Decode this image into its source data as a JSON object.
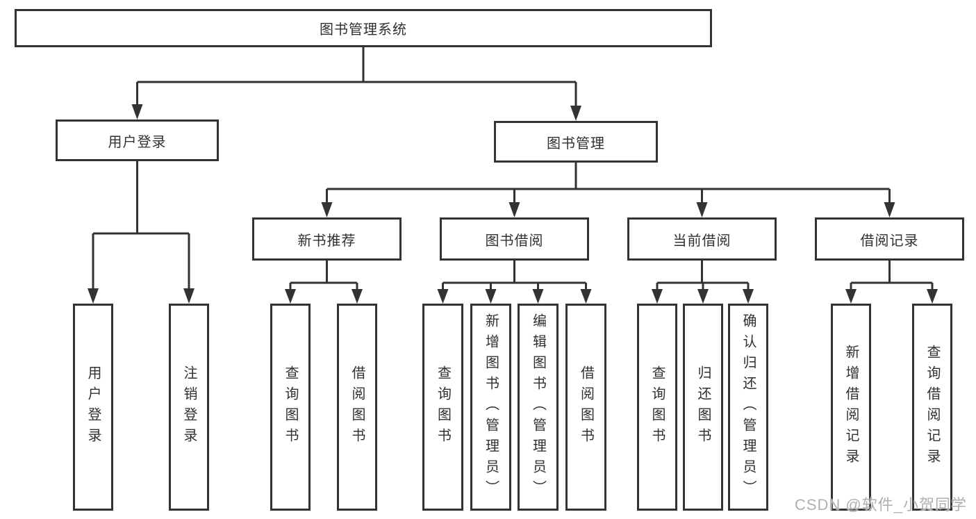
{
  "diagram": {
    "title_node": "library management system hierarchy",
    "root": {
      "label": "图书管理系统"
    },
    "branches": [
      {
        "label": "用户登录",
        "children": [
          {
            "label": "用户登录"
          },
          {
            "label": "注销登录"
          }
        ]
      },
      {
        "label": "图书管理",
        "children": [
          {
            "label": "新书推荐",
            "children": [
              {
                "label": "查询图书"
              },
              {
                "label": "借阅图书"
              }
            ]
          },
          {
            "label": "图书借阅",
            "children": [
              {
                "label": "查询图书"
              },
              {
                "label": "新增图书（管理员）"
              },
              {
                "label": "编辑图书（管理员）"
              },
              {
                "label": "借阅图书"
              }
            ]
          },
          {
            "label": "当前借阅",
            "children": [
              {
                "label": "查询图书"
              },
              {
                "label": "归还图书"
              },
              {
                "label": "确认归还（管理员）"
              }
            ]
          },
          {
            "label": "借阅记录",
            "children": [
              {
                "label": "新增借阅记录"
              },
              {
                "label": "查询借阅记录"
              }
            ]
          }
        ]
      }
    ]
  },
  "watermark": {
    "text": "CSDN @软件_小贺同学"
  },
  "colors": {
    "line": "#333333",
    "box_border": "#333333",
    "text": "#303030",
    "background": "#ffffff",
    "watermark": "#a8a8a8"
  }
}
